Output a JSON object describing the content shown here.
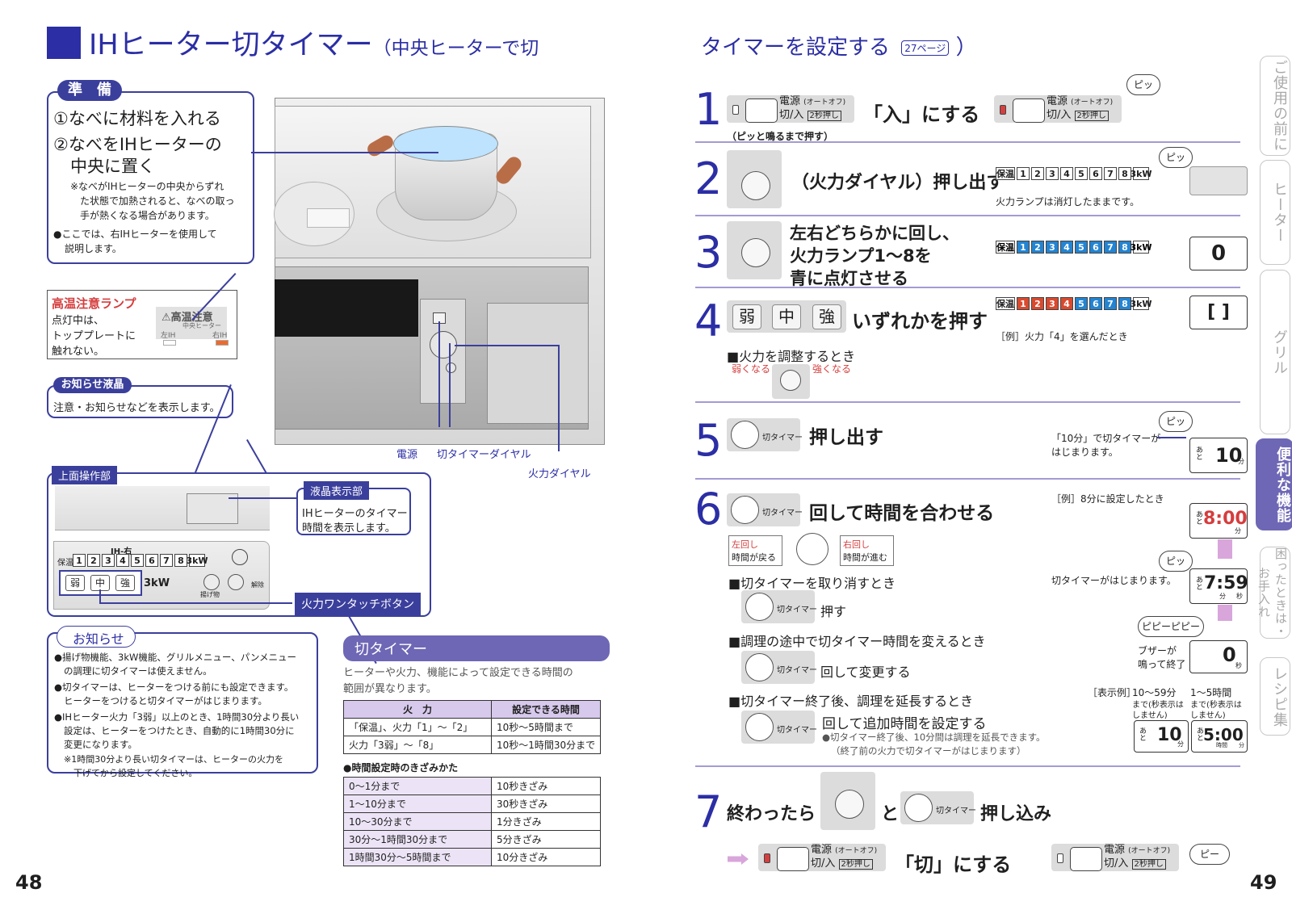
{
  "page_left": {
    "number": "48",
    "title_main": "IHヒーター切タイマー",
    "title_sub": "（中央ヒーターで切",
    "prep": {
      "label": "準　備",
      "item1": "①なべに材料を入れる",
      "item2": "②なべをIHヒーターの",
      "item3": "　中央に置く",
      "note1": "※なべがIHヒーターの中央からずれ",
      "note2": "た状態で加熱されると、なべの取っ",
      "note3": "手が熱くなる場合があります。",
      "note4": "●ここでは、右IHヒーターを使用して",
      "note5": "説明します。"
    },
    "warning": {
      "title": "高温注意ランプ",
      "line1": "点灯中は、",
      "line2": "トッププレートに",
      "line3": "触れない。",
      "panel_title": "⚠高温注意",
      "panel_mid": "中央ヒーター",
      "panel_left": "左IH",
      "panel_right": "右IH"
    },
    "display_notice": {
      "title": "お知らせ液晶",
      "text": "注意・お知らせなどを表示します。"
    },
    "labels": {
      "power": "電源",
      "timer_dial": "切タイマーダイヤル",
      "heat_dial": "火力ダイヤル"
    },
    "top_panel": {
      "title": "上面操作部",
      "lcd_title": "液晶表示部",
      "lcd_text1": "IHヒーターのタイマー",
      "lcd_text2": "時間を表示します。",
      "onetouch": "火力ワンタッチボタン",
      "ih_right": "IH-右",
      "keep": "保温",
      "scale": [
        "1",
        "2",
        "3",
        "4",
        "5",
        "6",
        "7",
        "8"
      ],
      "weak": "弱",
      "mid": "中",
      "strong": "強",
      "kw": "3kW",
      "fry": "揚げ物",
      "unlock": "解除"
    },
    "notice": {
      "title": "お知らせ",
      "l1": "●揚げ物機能、3kW機能、グリルメニュー、パンメニュー",
      "l2": "の調理に切タイマーは使えません。",
      "l3": "●切タイマーは、ヒーターをつける前にも設定できます。",
      "l4": "ヒーターをつけると切タイマーがはじまります。",
      "l5": "●IHヒーター火力「3弱」以上のとき、1時間30分より長い",
      "l6": "設定は、ヒーターをつけたとき、自動的に1時間30分に",
      "l7": "変更になります。",
      "l8": "※1時間30分より長い切タイマーは、ヒーターの火力を",
      "l9": "下げてから設定してください。"
    },
    "timer_info": {
      "title": "切タイマー",
      "line1": "ヒーターや火力、機能によって設定できる時間の",
      "line2": "範囲が異なります。",
      "table1_h1": "火　力",
      "table1_h2": "設定できる時間",
      "table1_r1c1": "「保温」、火力「1」～「2」",
      "table1_r1c2": "10秒～5時間まで",
      "table1_r2c1": "火力「3弱」～「8」",
      "table1_r2c2": "10秒～1時間30分まで",
      "table2_title": "●時間設定時のきざみかた",
      "rows": [
        [
          "0～1分まで",
          "10秒きざみ"
        ],
        [
          "1～10分まで",
          "30秒きざみ"
        ],
        [
          "10～30分まで",
          "1分きざみ"
        ],
        [
          "30分～1時間30分まで",
          "5分きざみ"
        ],
        [
          "1時間30分～5時間まで",
          "10分きざみ"
        ]
      ]
    }
  },
  "page_right": {
    "number": "49",
    "title": "タイマーを設定する",
    "title_ref": "27ページ",
    "steps": {
      "s1_num": "1",
      "s1_power": "電源",
      "s1_power_sub1": "(オートオフ)",
      "s1_power_sub2": "切/入",
      "s1_power_sub3": "2秒押し",
      "s1_action": "「入」にする",
      "s1_note": "（ピッと鳴るまで押す）",
      "s2_num": "2",
      "s2_action": "（火力ダイヤル）押し出す",
      "s2_note": "火力ランプは消灯したままです。",
      "s3_num": "3",
      "s3_line1": "左右どちらかに回し、",
      "s3_line2": "火力ランプ1～8を",
      "s3_line3": "青に点灯させる",
      "s4_num": "4",
      "s4_weak": "弱",
      "s4_mid": "中",
      "s4_strong": "強",
      "s4_action": "いずれかを押す",
      "s4_adjust": "■火力を調整するとき",
      "s4_weaker": "弱くなる",
      "s4_stronger": "強くなる",
      "s4_example": "［例］火力「4」を選んだとき",
      "s5_num": "5",
      "s5_button": "切タイマー",
      "s5_action": "押し出す",
      "s5_note1": "「10分」で切タイマーが",
      "s5_note2": "はじまります。",
      "s6_num": "6",
      "s6_button": "切タイマー",
      "s6_action": "回して時間を合わせる",
      "s6_example": "［例］8分に設定したとき",
      "s6_left1": "左回し",
      "s6_left2": "時間が戻る",
      "s6_right1": "右回し",
      "s6_right2": "時間が進む",
      "s6_cancel": "■切タイマーを取り消すとき",
      "s6_cancel_button": "切タイマー",
      "s6_cancel_action": "押す",
      "s6_start": "切タイマーがはじまります。",
      "s6_change": "■調理の途中で切タイマー時間を変えるとき",
      "s6_change_button": "切タイマー",
      "s6_change_action": "回して変更する",
      "s6_buzzer1": "ブザーが",
      "s6_buzzer2": "鳴って終了",
      "s6_extend": "■切タイマー終了後、調理を延長するとき",
      "s6_extend_button": "切タイマー",
      "s6_extend_action": "回して追加時間を設定する",
      "s6_extend_note1": "●切タイマー終了後、10分間は調理を延長できます。",
      "s6_extend_note2": "（終了前の火力で切タイマーがはじまります）",
      "s6_display_example": "［表示例］",
      "s6_ex_left1": "10～59分",
      "s6_ex_left2": "まで(秒表示は",
      "s6_ex_left3": "しません)",
      "s6_ex_right1": "1～5時間",
      "s6_ex_right2": "まで(秒表示は",
      "s6_ex_right3": "しません)",
      "s7_num": "7",
      "s7_action1": "終わったら",
      "s7_and": "と",
      "s7_button": "切タイマー",
      "s7_action2": "押し込み",
      "s7_off_power": "電源",
      "s7_off_action": "「切」にする"
    },
    "lcd": {
      "blank": "",
      "zero": "0",
      "brackets": "[ ]",
      "ten": "10",
      "eight_00": "8:00",
      "seven_59": "7:59",
      "five_00": "5:00",
      "min": "分",
      "sec": "秒",
      "hour": "時間",
      "ato": "あと"
    },
    "bubbles": {
      "pi": "ピッ",
      "pipi": "ピピーピピー",
      "pii": "ピー"
    },
    "panel": {
      "keep": "保温",
      "kw": "3kW",
      "scale": [
        "1",
        "2",
        "3",
        "4",
        "5",
        "6",
        "7",
        "8"
      ]
    },
    "tabs": [
      "ご使用の前に",
      "ヒーター",
      "グリル",
      "便利な機能",
      "困ったときは・お手入れ",
      "レシピ集"
    ]
  }
}
